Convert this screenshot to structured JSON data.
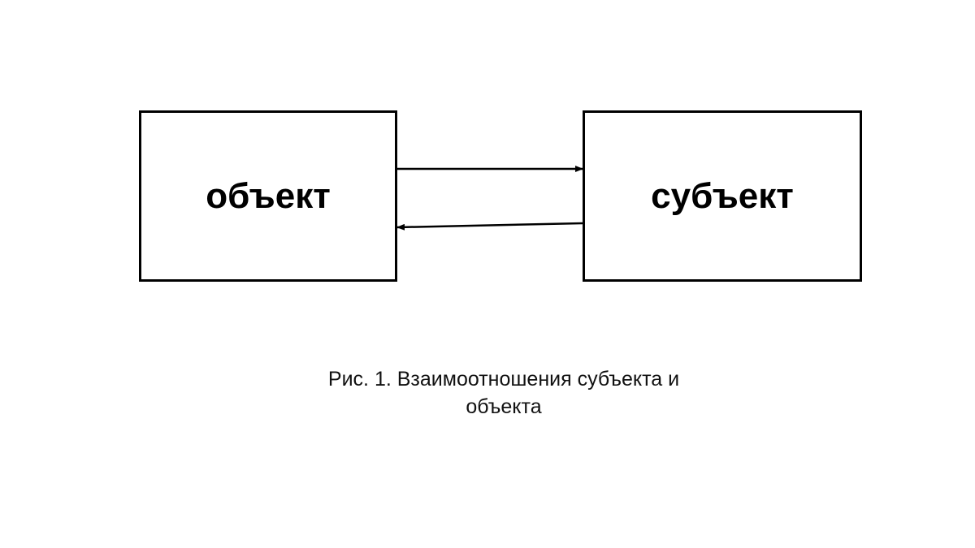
{
  "diagram": {
    "nodes": [
      {
        "id": "object",
        "label": "объект"
      },
      {
        "id": "subject",
        "label": "субъект"
      }
    ],
    "edges": [
      {
        "from": "object",
        "to": "subject"
      },
      {
        "from": "subject",
        "to": "object"
      }
    ],
    "caption_line1": "Рис. 1. Взаимоотношения субъекта и",
    "caption_line2": "объекта"
  },
  "colors": {
    "stroke": "#000000",
    "background": "#ffffff"
  }
}
